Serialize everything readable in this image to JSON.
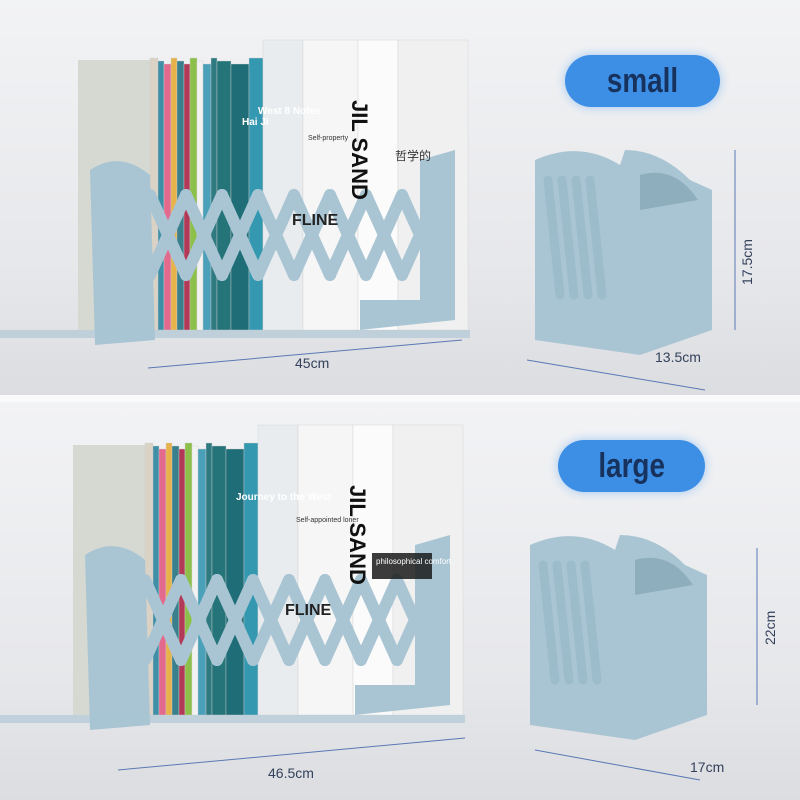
{
  "colors": {
    "bookend": "#a9c5d3",
    "badge": "#3d8fe6",
    "badge_text": "#18325e",
    "dimension_line": "#5a78b4"
  },
  "small": {
    "badge_label": "small",
    "width_label": "45cm",
    "depth_label": "13.5cm",
    "height_label": "17.5cm",
    "spines": {
      "hai_ji": "Hai Ji",
      "west_notes": "West 8 Notes",
      "self_property": "Self-property",
      "jil_sand": "JIL SAND",
      "fline": "FLINE",
      "chinese": "哲学的"
    }
  },
  "large": {
    "badge_label": "large",
    "width_label": "46.5cm",
    "depth_label": "17cm",
    "height_label": "22cm",
    "spines": {
      "journey": "Journey to the West",
      "loner": "Self-appointed loner",
      "philosophical": "philosophical comfort",
      "jil_sand": "JIL SAND",
      "fline": "FLINE"
    }
  }
}
